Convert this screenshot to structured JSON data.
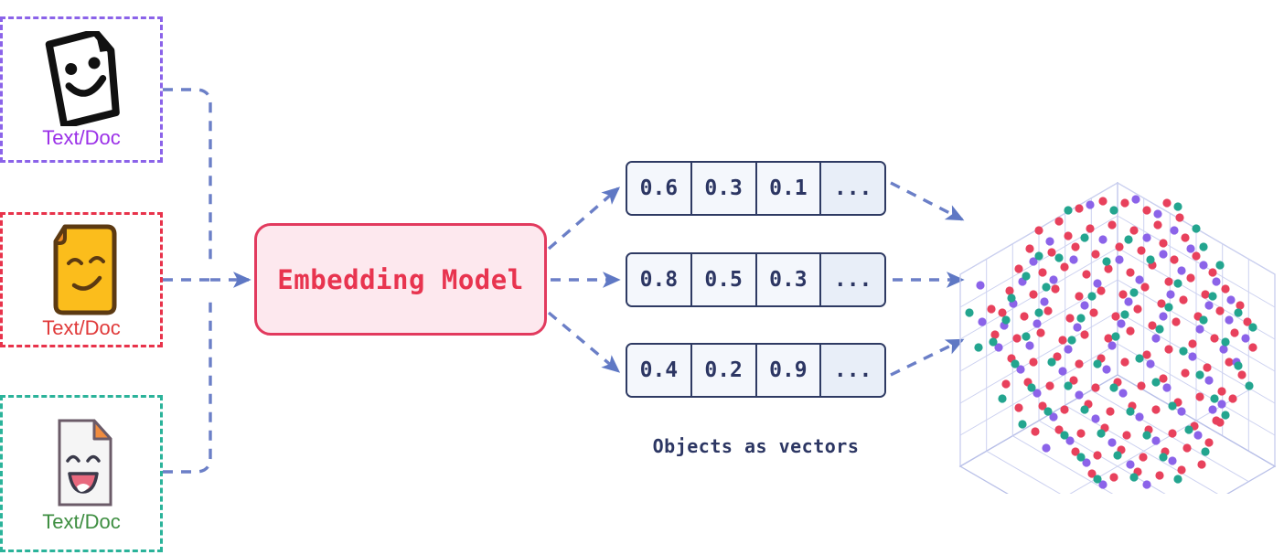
{
  "diagram": {
    "title": "Embedding pipeline diagram",
    "sources": [
      {
        "label": "Text/Doc",
        "border_color": "#8b63e9",
        "label_color": "#9b30e8",
        "icon": "document-smiley-outline-icon"
      },
      {
        "label": "Text/Doc",
        "border_color": "#e8334b",
        "label_color": "#e03a3a",
        "icon": "document-smirk-yellow-icon"
      },
      {
        "label": "Text/Doc",
        "border_color": "#2bb39a",
        "label_color": "#3e8e41",
        "icon": "document-laughing-white-icon"
      }
    ],
    "model": {
      "label": "Embedding Model",
      "fill_color": "#fde8ee",
      "border_color": "#e23a5e",
      "text_color": "#e8344f"
    },
    "vectors": {
      "caption": "Objects as vectors",
      "border_color": "#2e3a63",
      "text_color": "#2c3663",
      "rows": [
        {
          "cells": [
            "0.6",
            "0.3",
            "0.1",
            "..."
          ]
        },
        {
          "cells": [
            "0.8",
            "0.5",
            "0.3",
            "..."
          ]
        },
        {
          "cells": [
            "0.4",
            "0.2",
            "0.9",
            "..."
          ]
        }
      ]
    },
    "connectors": {
      "color": "#6b7fc7",
      "style": "dashed",
      "arrow_color": "#5f78c4"
    },
    "scatter": {
      "name": "vector-space-cube",
      "grid_color": "#c8cdee",
      "point_colors": [
        "#e8415c",
        "#8b63e9",
        "#23a58f"
      ],
      "point_count": 420
    }
  },
  "chart_data": {
    "type": "scatter",
    "title": "",
    "xlabel": "",
    "ylabel": "",
    "legend": [],
    "grid": true,
    "projection": "3d-isometric-cube",
    "series": [
      {
        "name": "cluster-red",
        "color": "#e8415c",
        "count": 170
      },
      {
        "name": "cluster-purple",
        "color": "#8b63e9",
        "count": 120
      },
      {
        "name": "cluster-teal",
        "color": "#23a58f",
        "count": 130
      }
    ]
  }
}
